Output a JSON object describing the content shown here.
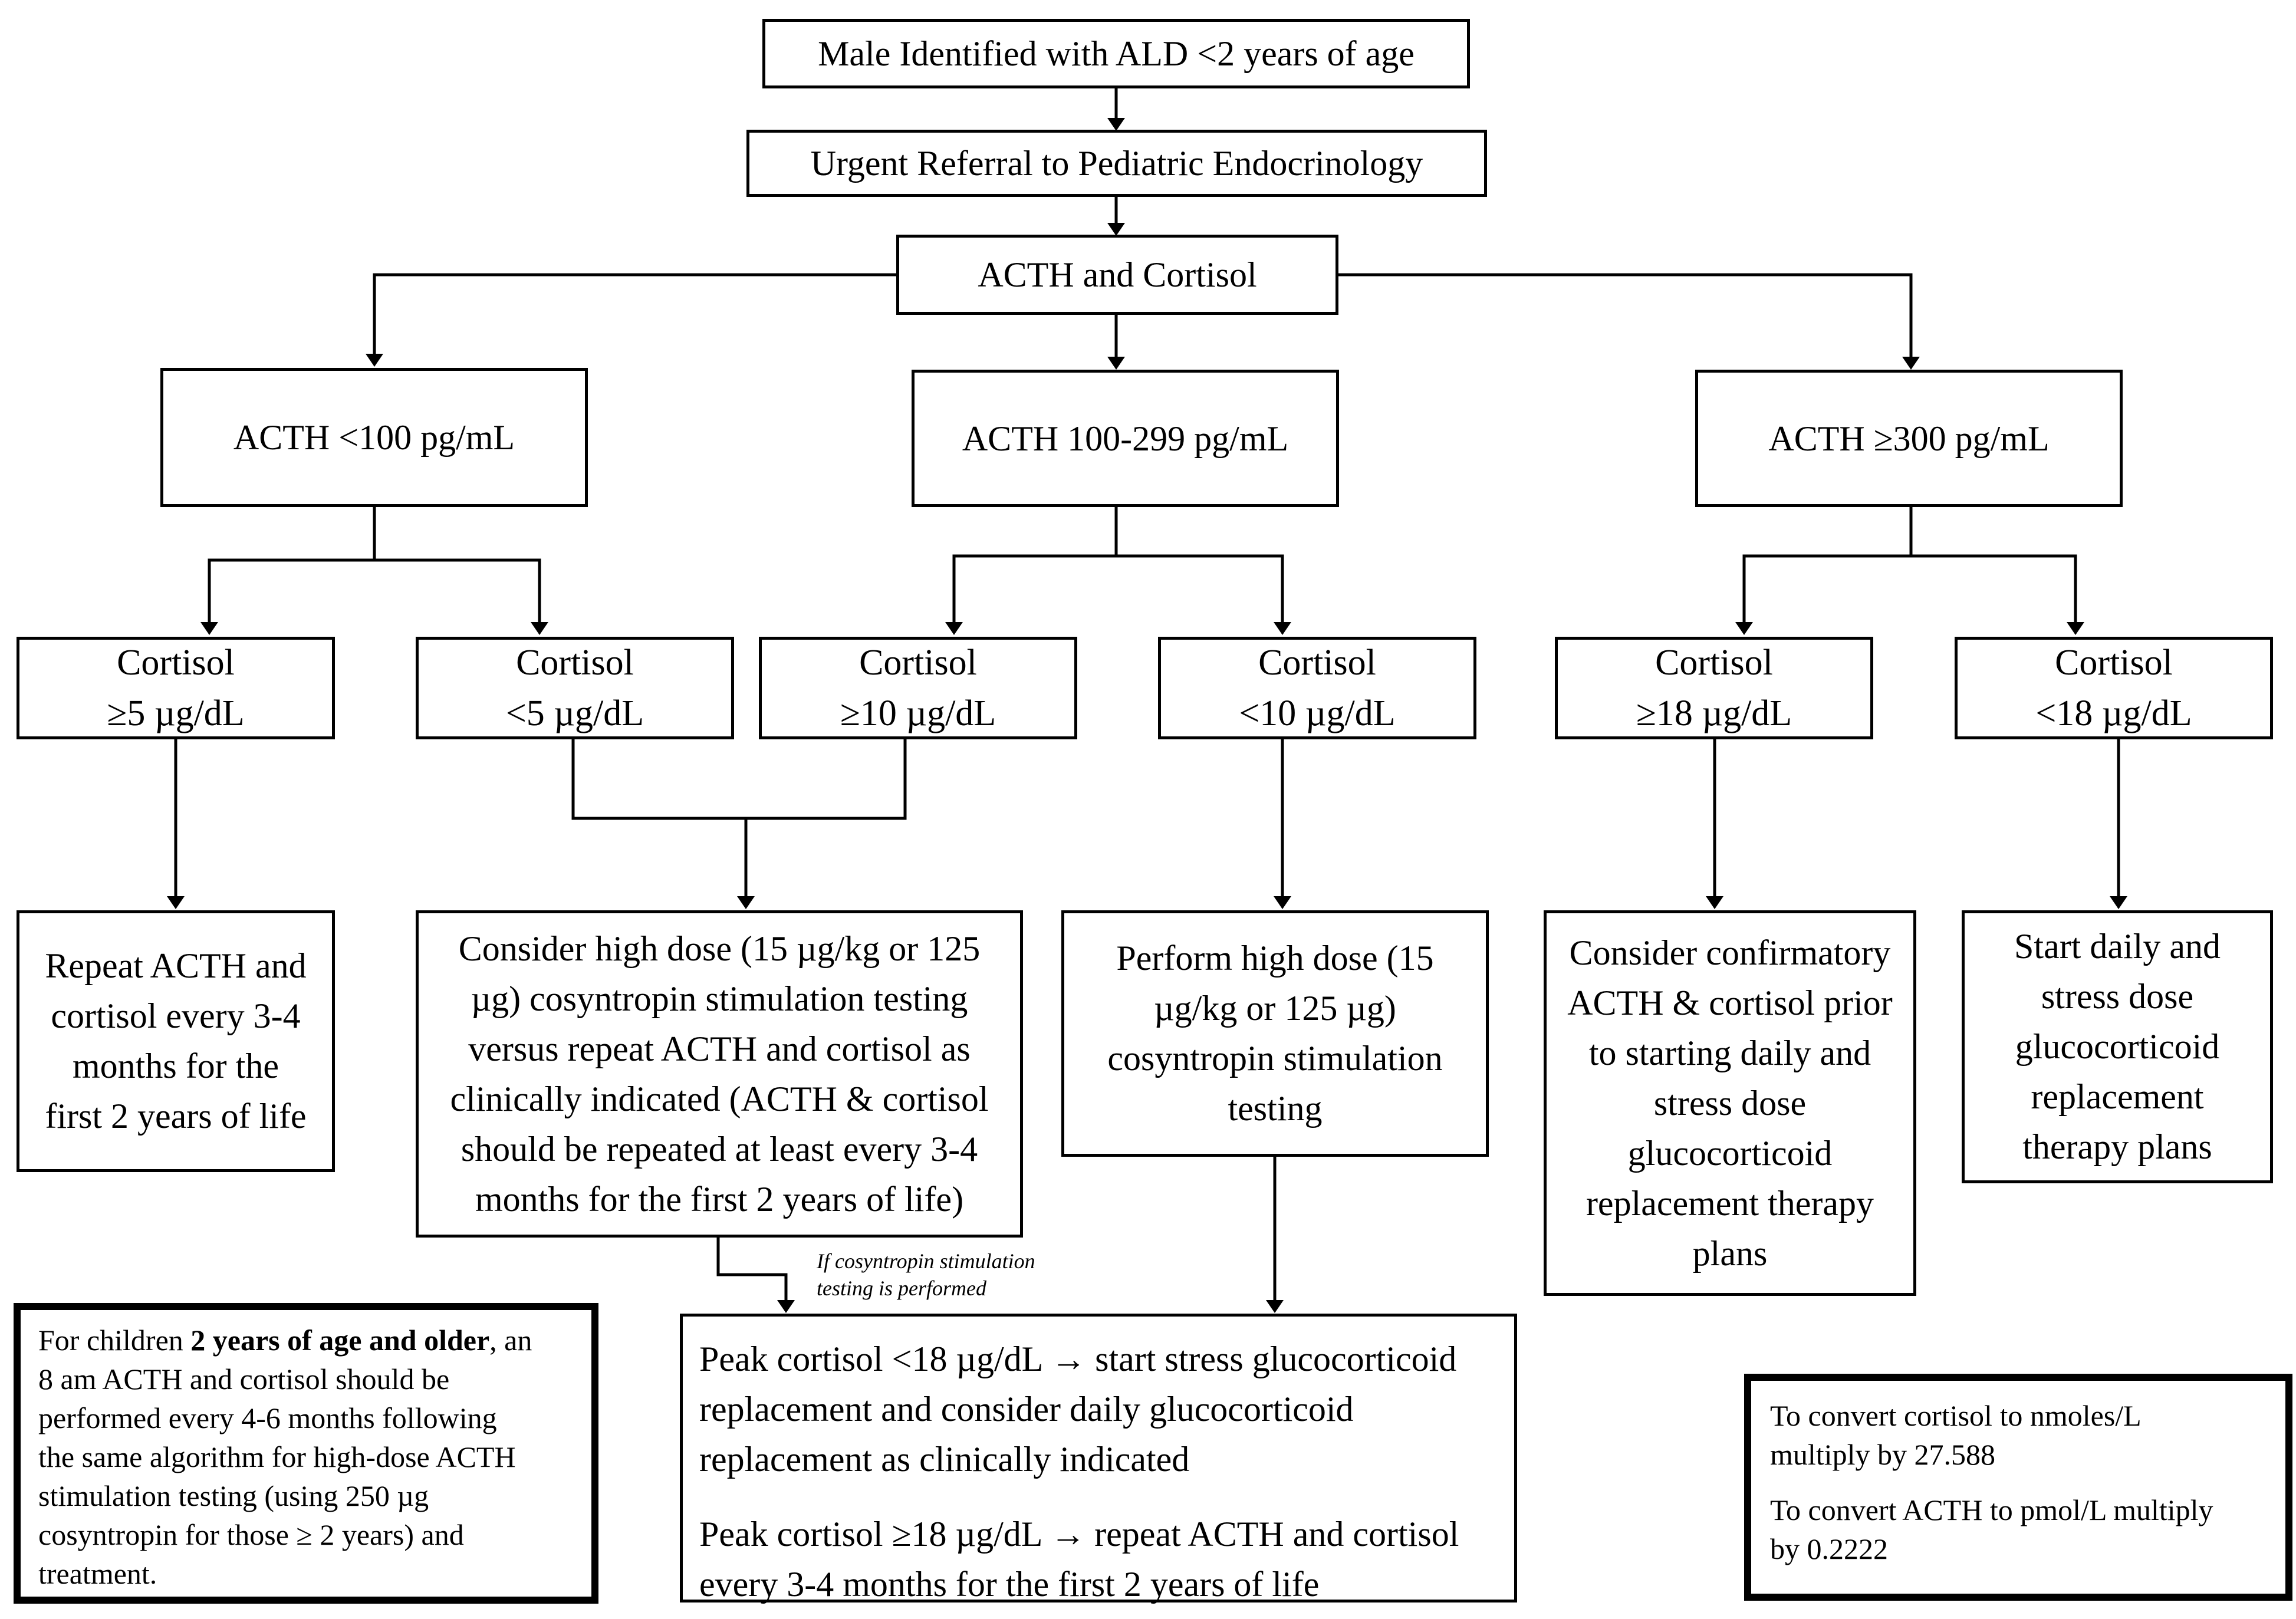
{
  "nodes": {
    "start": "Male Identified with ALD <2 years of age",
    "referral": "Urgent Referral to Pediatric Endocrinology",
    "acth_cortisol": "ACTH and Cortisol",
    "acth_lt100": "ACTH <100 pg/mL",
    "acth_100_299": "ACTH 100-299 pg/mL",
    "acth_ge300": "ACTH ≥300 pg/mL",
    "cortisol_ge5": [
      "Cortisol",
      "≥5 µg/dL"
    ],
    "cortisol_lt5": [
      "Cortisol",
      "<5 µg/dL"
    ],
    "cortisol_ge10": [
      "Cortisol",
      "≥10 µg/dL"
    ],
    "cortisol_lt10": [
      "Cortisol",
      "<10 µg/dL"
    ],
    "cortisol_ge18": [
      "Cortisol",
      "≥18 µg/dL"
    ],
    "cortisol_lt18": [
      "Cortisol",
      "<18 µg/dL"
    ],
    "repeat": [
      "Repeat ACTH and",
      "cortisol every 3-4",
      "months for the",
      "first 2 years of life"
    ],
    "consider_high_dose": [
      "Consider high dose (15 µg/kg or 125",
      "µg) cosyntropin stimulation testing",
      "versus repeat ACTH and cortisol as",
      "clinically indicated (ACTH & cortisol",
      "should be repeated at least every 3-4",
      "months for the first 2 years of life)"
    ],
    "perform_high_dose": [
      "Perform high dose (15",
      "µg/kg or 125 µg)",
      "cosyntropin stimulation",
      "testing"
    ],
    "consider_confirmatory": [
      "Consider confirmatory",
      "ACTH & cortisol prior",
      "to starting daily and",
      "stress dose",
      "glucocorticoid",
      "replacement therapy",
      "plans"
    ],
    "start_daily": [
      "Start daily and",
      "stress dose",
      "glucocorticoid",
      "replacement",
      "therapy plans"
    ],
    "peak_lt18": [
      "Peak cortisol <18 µg/dL → start stress glucocorticoid",
      "replacement and consider daily glucocorticoid",
      "replacement as clinically indicated"
    ],
    "peak_ge18": [
      "Peak cortisol ≥18 µg/dL → repeat ACTH and cortisol",
      "every 3-4 months for the first 2 years of life"
    ]
  },
  "edge_label": [
    "If cosyntropin stimulation",
    "testing is performed"
  ],
  "note_left": {
    "pre": "For children ",
    "bold": "2 years of age and older",
    "post": ", an",
    "lines": [
      "8 am ACTH and cortisol should be",
      "performed every 4-6 months following",
      "the same algorithm for high-dose ACTH",
      "stimulation testing (using 250 µg",
      "cosyntropin for those ≥ 2 years) and",
      "treatment."
    ]
  },
  "note_right": {
    "p1": [
      "To convert cortisol to nmoles/L",
      "multiply by 27.588"
    ],
    "p2": [
      "To convert ACTH to pmol/L multiply",
      "by 0.2222"
    ]
  }
}
